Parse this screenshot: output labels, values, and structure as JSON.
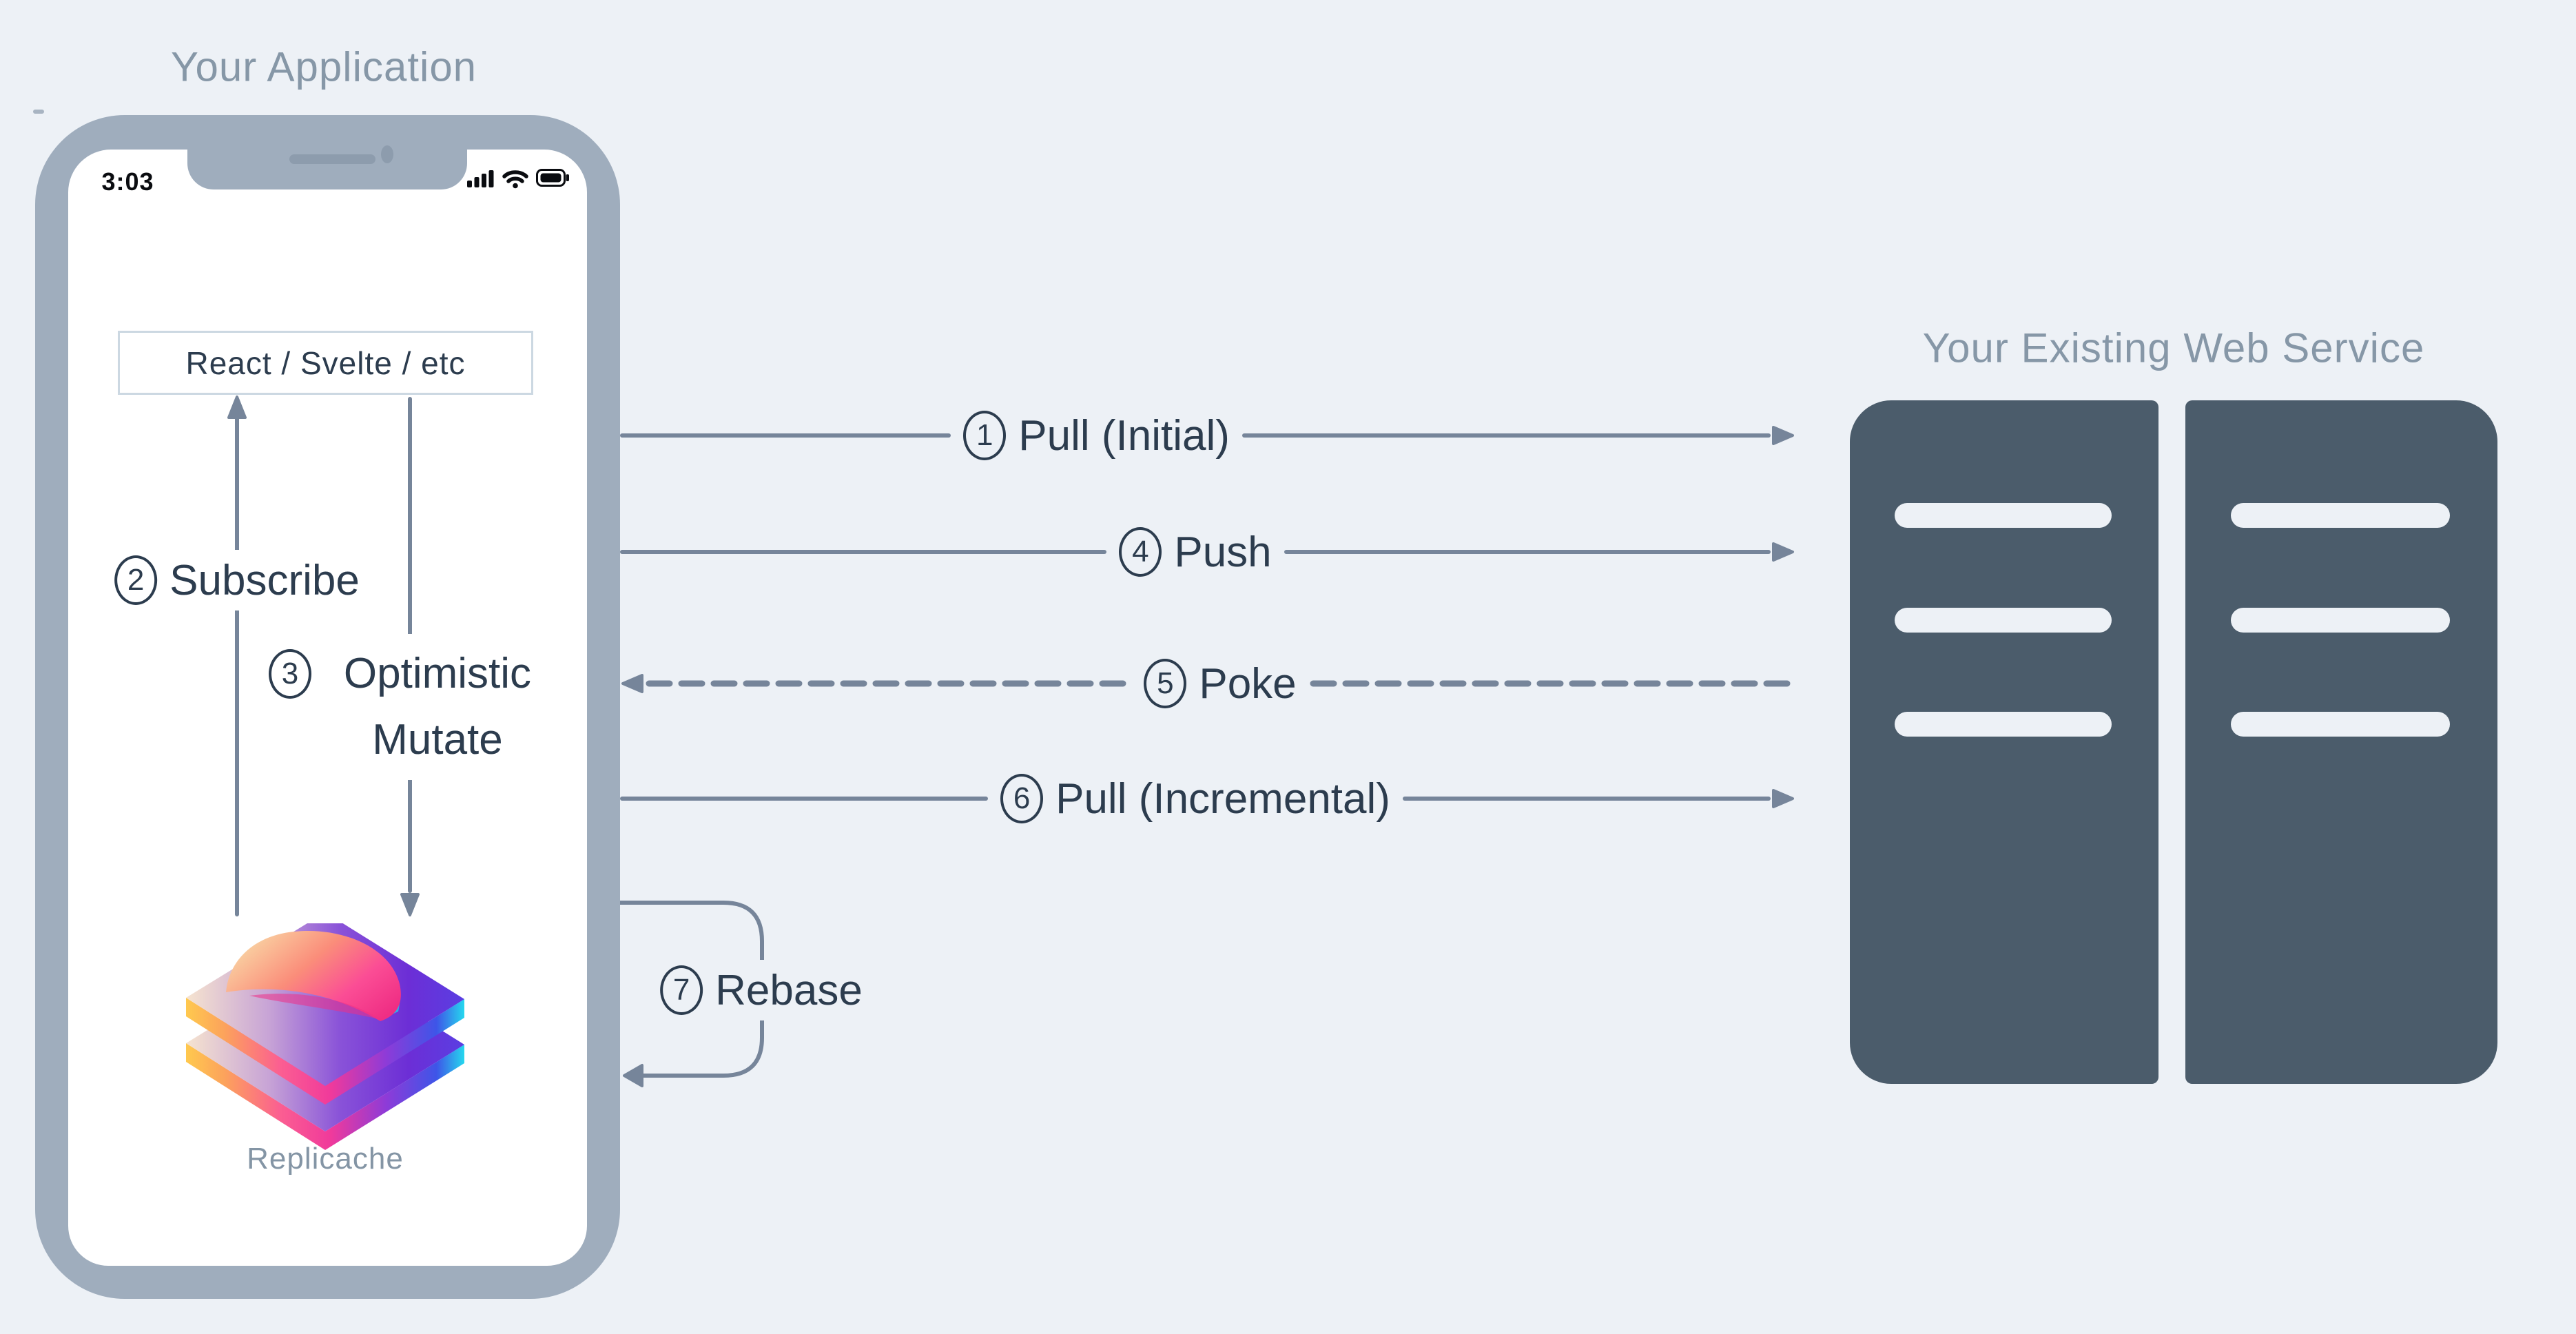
{
  "colors": {
    "background": "#edf1f6",
    "phone_frame": "#9fadbd",
    "notch_detail": "#8d9cad",
    "screen": "#ffffff",
    "arrow": "#76859a",
    "dark_text": "#2c3c4e",
    "muted_title": "#8697a7",
    "server_fill": "#4b5c6b",
    "server_slot": "#edf1f6",
    "box_border": "#ccd8e2",
    "logo_label_color": "#8495a5",
    "logo_gradient": [
      "#ffc94e",
      "#fb5e92",
      "#f03a9b",
      "#8d3bd8",
      "#3e55e8",
      "#25d8ee"
    ]
  },
  "left_panel": {
    "title": "Your Application",
    "phone": {
      "status_time": "3:03",
      "status_icons": [
        "signal-bars-icon",
        "wifi-icon",
        "battery-icon"
      ],
      "framework_label": "React / Svelte / etc",
      "logo_label": "Replicache"
    },
    "internal_flows": [
      {
        "number": "2",
        "label": "Subscribe",
        "direction": "up",
        "style": "solid"
      },
      {
        "number": "3",
        "label": "Optimistic Mutate",
        "direction": "down",
        "style": "solid"
      }
    ]
  },
  "flows": [
    {
      "number": "1",
      "label": "Pull (Initial)",
      "direction": "right",
      "style": "solid"
    },
    {
      "number": "4",
      "label": "Push",
      "direction": "right",
      "style": "solid"
    },
    {
      "number": "5",
      "label": "Poke",
      "direction": "left",
      "style": "dashed"
    },
    {
      "number": "6",
      "label": "Pull (Incremental)",
      "direction": "right",
      "style": "solid"
    },
    {
      "number": "7",
      "label": "Rebase",
      "direction": "loop-back",
      "style": "loop"
    }
  ],
  "right_panel": {
    "title": "Your Existing Web Service",
    "server_count": 2,
    "slots_per_server": 3
  }
}
